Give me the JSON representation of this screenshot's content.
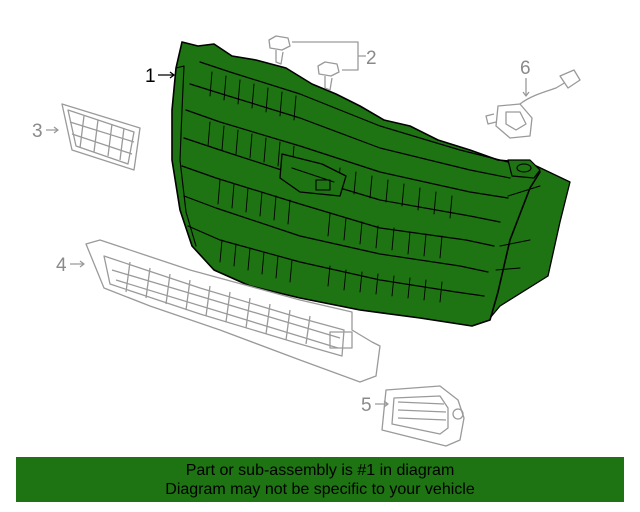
{
  "colors": {
    "highlight_fill": "#1e7312",
    "highlight_outline": "#000000",
    "part_outline": "#9a9a9a",
    "banner_background": "#1e7312"
  },
  "callouts": [
    {
      "number": "1",
      "part": "grille-assembly",
      "highlighted": true
    },
    {
      "number": "2",
      "part": "bolts"
    },
    {
      "number": "3",
      "part": "emblem"
    },
    {
      "number": "4",
      "part": "lower-grille"
    },
    {
      "number": "5",
      "part": "side-vent"
    },
    {
      "number": "6",
      "part": "camera-sensor"
    }
  ],
  "banner": {
    "line1": "Part or sub-assembly is #1 in diagram",
    "line2": "Diagram may not be specific to your vehicle"
  }
}
